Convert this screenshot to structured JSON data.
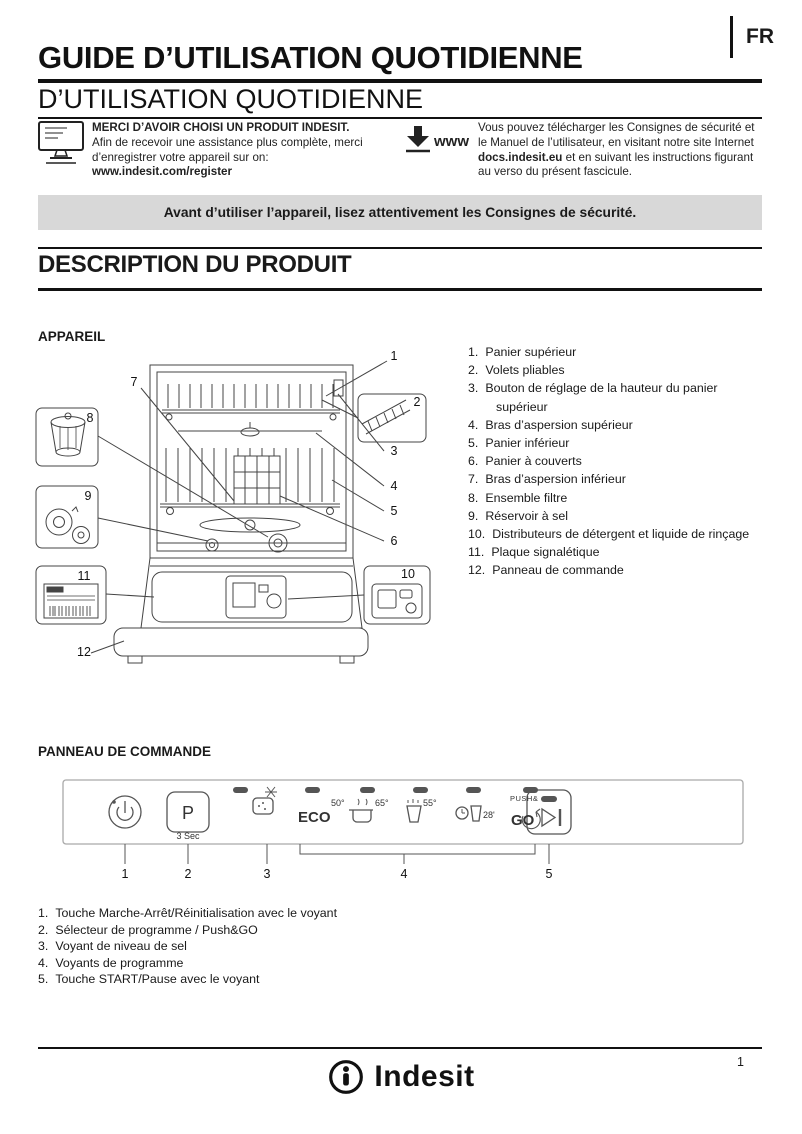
{
  "page": {
    "lang": "FR",
    "title": "GUIDE D’UTILISATION QUOTIDIENNE",
    "subtitle": "D’UTILISATION QUOTIDIENNE",
    "page_number": "1",
    "brand": "Indesit"
  },
  "register": {
    "heading": "MERCI D’AVOIR CHOISI UN PRODUIT INDESIT.",
    "body": "Afin de recevoir une assistance plus complète, merci d’enregistrer votre appareil sur on:",
    "url": "www.indesit.com/register"
  },
  "download": {
    "www": "www",
    "text_before": "Vous pouvez télécharger les Consignes de sécurité et le Manuel de l’utilisateur, en visitant notre site Internet ",
    "link": "docs.indesit.eu",
    "text_after": " et en suivant les instructions figurant au verso du présent fascicule."
  },
  "banner": "Avant d’utiliser l’appareil, lisez attentivement les Consignes de sécurité.",
  "section_title": "DESCRIPTION DU PRODUIT",
  "appareil": {
    "heading": "APPAREIL",
    "parts": [
      {
        "n": "1.",
        "t": "Panier supérieur"
      },
      {
        "n": "2.",
        "t": "Volets pliables"
      },
      {
        "n": "3.",
        "t": "Bouton de réglage de la hauteur du panier supérieur"
      },
      {
        "n": "4.",
        "t": "Bras d’aspersion supérieur"
      },
      {
        "n": "5.",
        "t": "Panier inférieur"
      },
      {
        "n": "6.",
        "t": "Panier à couverts"
      },
      {
        "n": "7.",
        "t": "Bras d’aspersion inférieur"
      },
      {
        "n": "8.",
        "t": "Ensemble filtre"
      },
      {
        "n": "9.",
        "t": "Réservoir à sel"
      },
      {
        "n": "10.",
        "t": "Distributeurs de détergent et liquide de rinçage"
      },
      {
        "n": "11.",
        "t": "Plaque signalétique"
      },
      {
        "n": "12.",
        "t": "Panneau de commande"
      }
    ],
    "callouts": [
      "1",
      "2",
      "3",
      "4",
      "5",
      "6",
      "7",
      "8",
      "9",
      "10",
      "11",
      "12"
    ]
  },
  "panel": {
    "heading": "PANNEAU DE COMMANDE",
    "p_label": "P",
    "p_sub": "3 Sec",
    "eco": "ECO",
    "t50": "50°",
    "t65": "65°",
    "t55": "55°",
    "t28": "28'",
    "push": "PUSH&",
    "go": "GO",
    "callouts": [
      "1",
      "2",
      "3",
      "4",
      "5"
    ]
  },
  "legend": [
    {
      "n": "1.",
      "t": "Touche Marche-Arrêt/Réinitialisation avec le voyant"
    },
    {
      "n": "2.",
      "t": "Sélecteur de programme / Push&GO"
    },
    {
      "n": "3.",
      "t": "Voyant de niveau de sel"
    },
    {
      "n": "4.",
      "t": "Voyants de programme"
    },
    {
      "n": "5.",
      "t": "Touche START/Pause avec le voyant"
    }
  ],
  "icons": {
    "register": "monitor-icon",
    "download": "download-www-icon",
    "power": "power-icon",
    "program_button": "program-p-button",
    "salt": "salt-indicator-icon",
    "eco": "eco-program-icon",
    "intensive": "pot-icon",
    "mixed": "glass-shower-icon",
    "fast": "fast-wash-icon",
    "push_go": "push-and-go-icon",
    "start": "start-pause-icon",
    "brand": "indesit-logo-icon"
  },
  "colors": {
    "banner_bg": "#d8d8d8",
    "ink": "#1a1a1a",
    "led": "#4d4d4d"
  }
}
